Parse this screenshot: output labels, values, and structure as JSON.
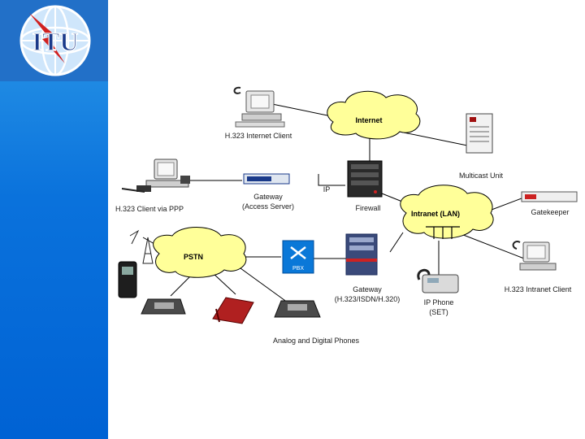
{
  "logo": {
    "text": "ITU"
  },
  "clouds": {
    "internet": "Internet",
    "intranet": "Intranet (LAN)",
    "pstn": "PSTN"
  },
  "labels": {
    "h323_internet_client": "H.323 Internet Client",
    "multicast_unit": "Multicast Unit",
    "ip": "IP",
    "gateway_access_line1": "Gateway",
    "gateway_access_line2": "(Access Server)",
    "firewall": "Firewall",
    "h323_client_ppp": "H.323 Client via PPP",
    "gatekeeper": "Gatekeeper",
    "pbx": "PBX",
    "gateway_h323_line1": "Gateway",
    "gateway_h323_line2": "(H.323/ISDN/H.320)",
    "ip_phone_line1": "IP Phone",
    "ip_phone_line2": "(SET)",
    "h323_intranet_client": "H.323 Intranet Client",
    "analog_digital_phones": "Analog and Digital Phones"
  },
  "colors": {
    "sidebar": "#0a72dc",
    "cloud_fill": "#ffff99",
    "link": "#000000",
    "accent_red": "#cc2222"
  }
}
